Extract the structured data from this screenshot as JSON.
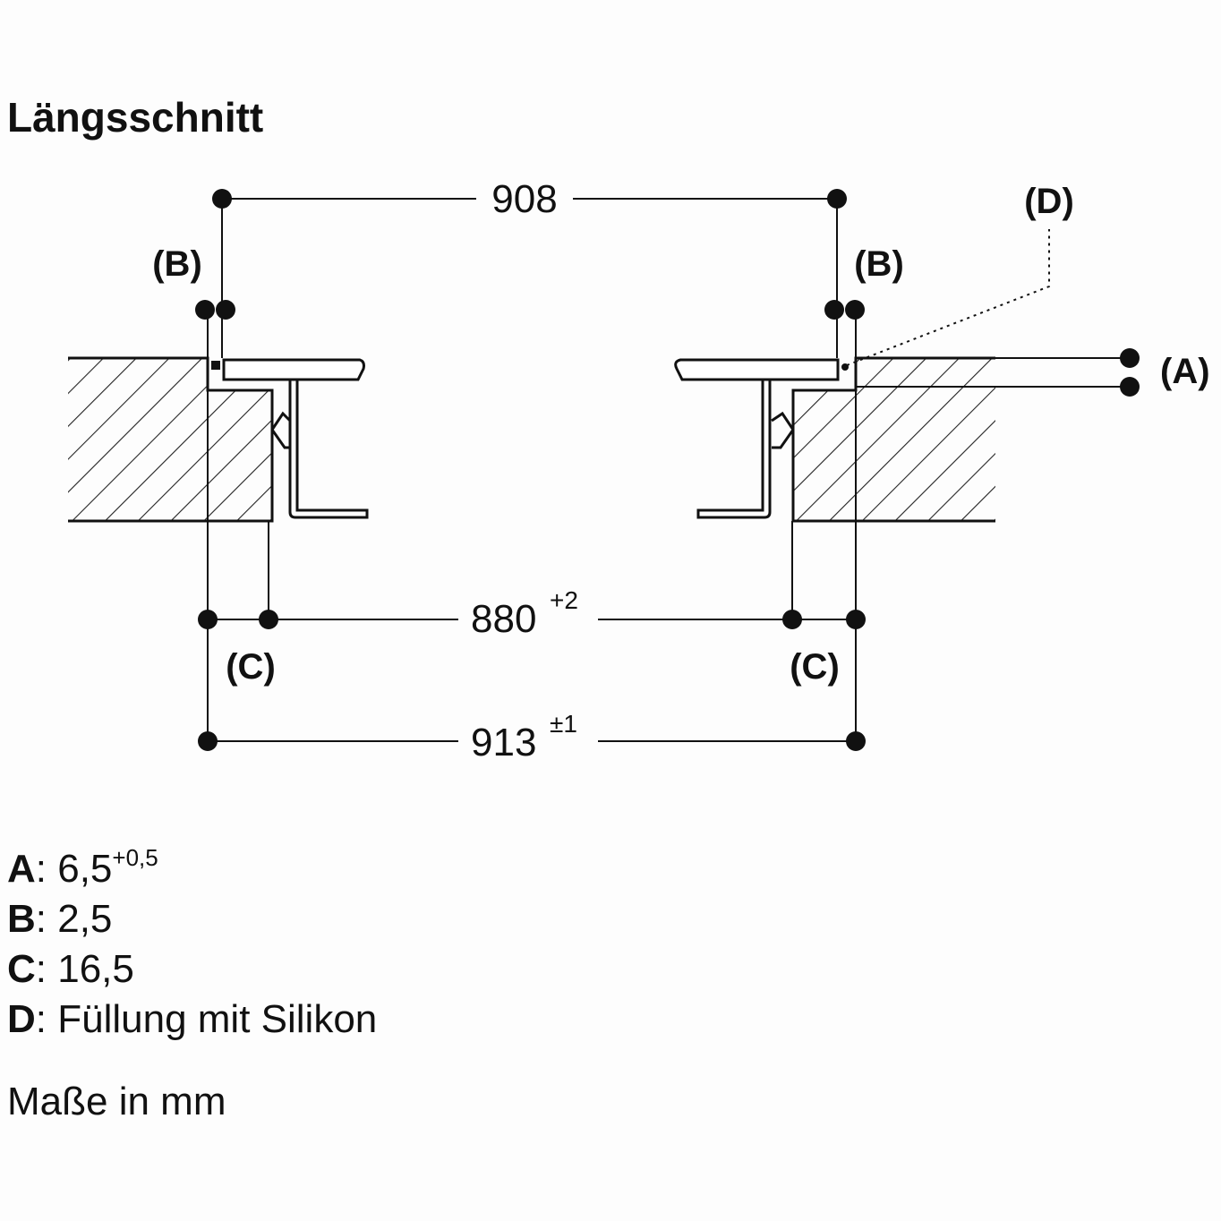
{
  "title": "Längsschnitt",
  "dimensions": {
    "top": {
      "value": "908",
      "tolerance": ""
    },
    "middle": {
      "value": "880",
      "tolerance": "+2"
    },
    "bottom": {
      "value": "913",
      "tolerance": "±1"
    }
  },
  "labels": {
    "a": "(A)",
    "b": "(B)",
    "c": "(C)",
    "d": "(D)"
  },
  "legend": [
    {
      "key": "A",
      "sep": ": ",
      "value": "6,5",
      "tolerance": "+0,5"
    },
    {
      "key": "B",
      "sep": ": ",
      "value": "2,5",
      "tolerance": ""
    },
    {
      "key": "C",
      "sep": ": ",
      "value": "16,5",
      "tolerance": ""
    },
    {
      "key": "D",
      "sep": ": ",
      "value": "Füllung mit Silikon",
      "tolerance": ""
    }
  ],
  "units_note": "Maße in mm"
}
